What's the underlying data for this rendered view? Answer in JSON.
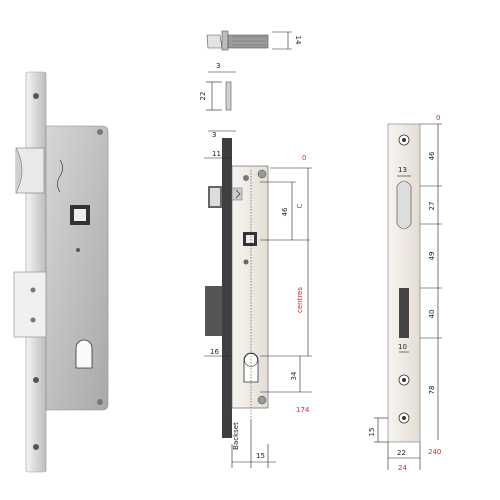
{
  "dims": {
    "tongue_thickness": "3",
    "tongue_height": "22",
    "latch_height": "14",
    "faceplate_thickness": "3",
    "latch_projection": "11",
    "zero": "0",
    "axis_distance": "46",
    "c_label": "C",
    "centres_label": "centres",
    "bolt_projection": "16",
    "cylinder_offset": "34",
    "bottom_mark": "174",
    "backset_label": "Backset",
    "backset_value": "15",
    "plate_zero": "0",
    "plate_top_to_latch": "46",
    "latch_width": "13",
    "latch_hole_height": "27",
    "latch_to_bolt": "49",
    "bolt_hole_height": "40",
    "bolt_hole_width": "10",
    "bolt_to_screw": "78",
    "screw_to_bottom": "15",
    "plate_width_inner": "22",
    "plate_width_outer": "24",
    "plate_length": "240"
  }
}
